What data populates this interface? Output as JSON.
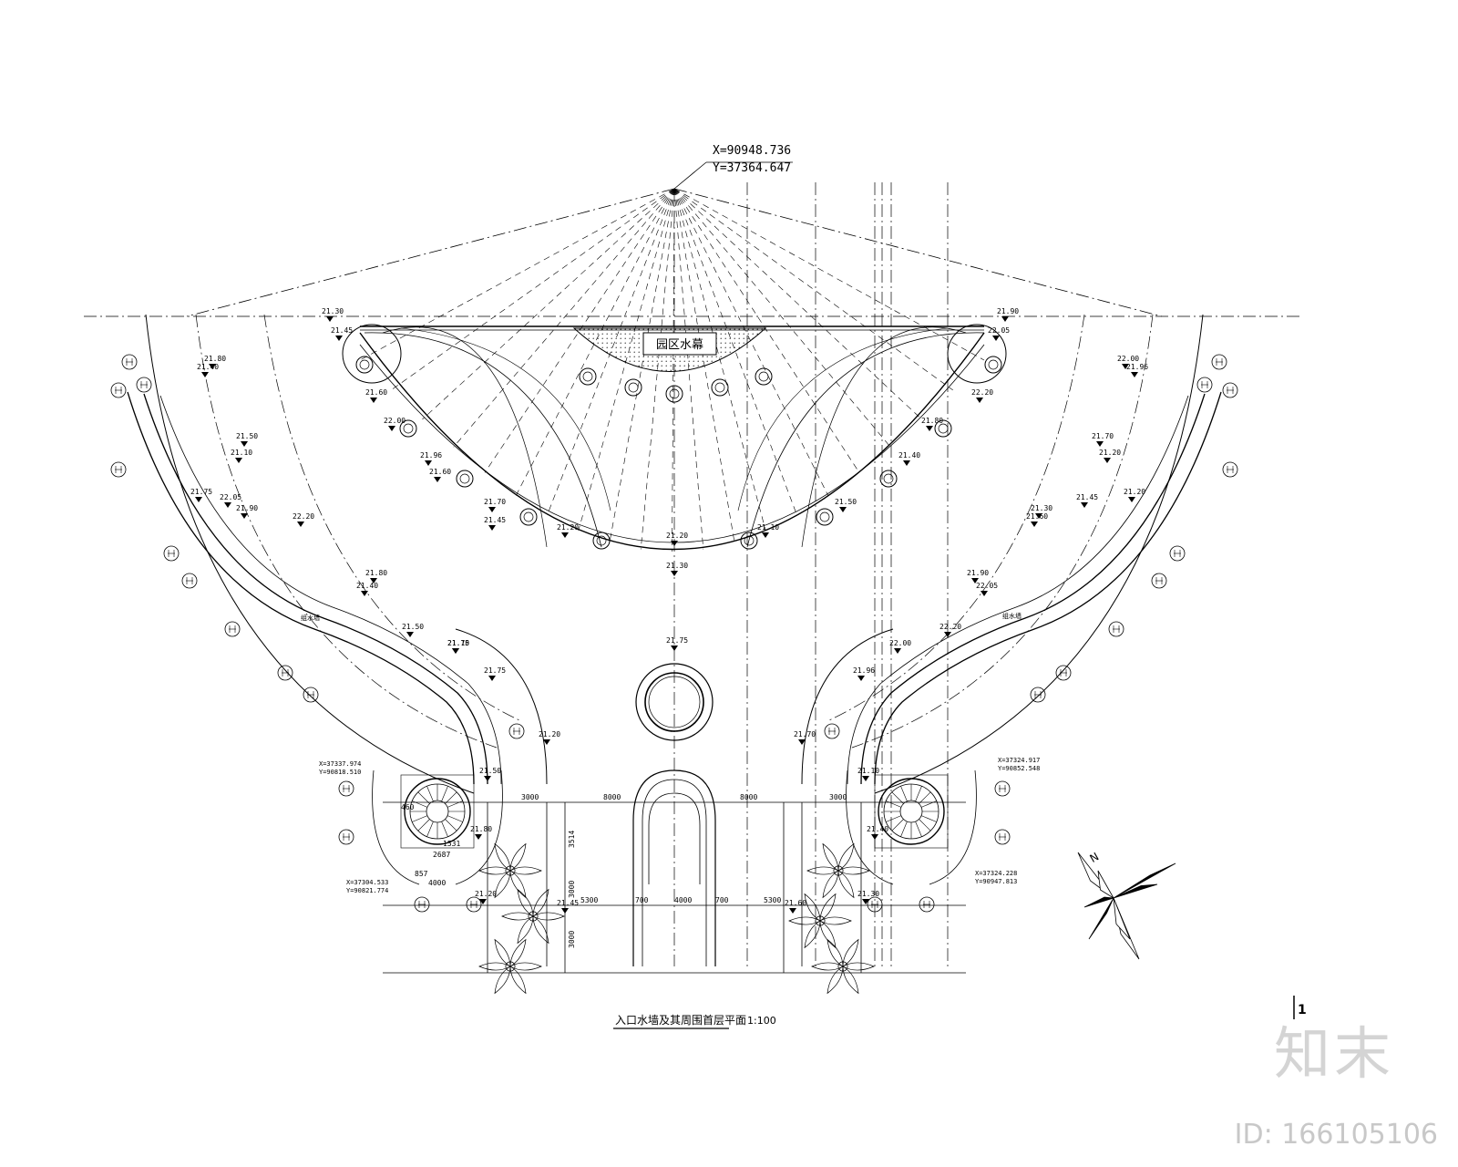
{
  "drawing": {
    "title": "入口水墙及其周围首层平面",
    "scale": "1:100",
    "feature_label": "园区水幕",
    "apex_coords": {
      "x": "X=90948.736",
      "y": "Y=37364.647"
    },
    "wall_label": "组水墙",
    "compass_letter": "N",
    "sheet_marker": "1"
  },
  "elevations": [
    "21.30",
    "21.45",
    "21.60",
    "21.80",
    "21.40",
    "21.50",
    "21.10",
    "21.75",
    "21.90",
    "22.05",
    "22.20",
    "22.00",
    "21.96",
    "21.70",
    "21.20",
    "21.20"
  ],
  "survey_points": {
    "left_top": {
      "x": "X=37337.974",
      "y": "Y=90818.510"
    },
    "left_bottom": {
      "x": "X=37304.533",
      "y": "Y=90821.774"
    },
    "right_top": {
      "x": "X=37324.917",
      "y": "Y=90852.548"
    },
    "right_bottom": {
      "x": "X=37324.228",
      "y": "Y=90947.813"
    }
  },
  "dimensions": {
    "top_row": [
      "3000",
      "8000",
      "8000",
      "3000"
    ],
    "bottom_row": [
      "5300",
      "700",
      "4000",
      "700",
      "5300"
    ],
    "verticals": [
      "3514",
      "3000",
      "3000"
    ],
    "tower": [
      "4000",
      "2687",
      "460",
      "857",
      "1531"
    ]
  },
  "watermark": {
    "logo": "知末",
    "id": "ID: 166105106"
  }
}
